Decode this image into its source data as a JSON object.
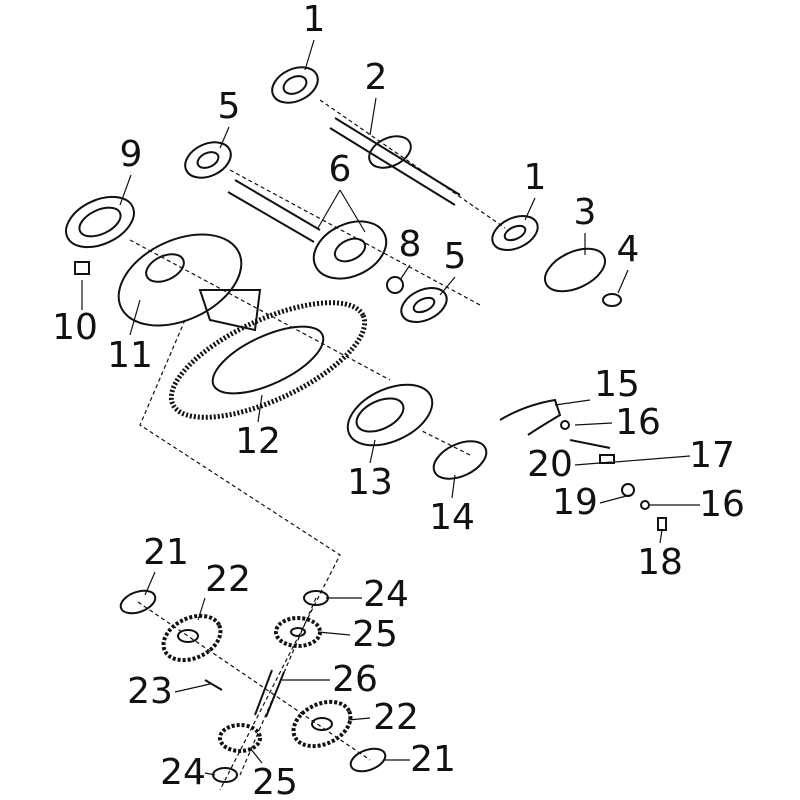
{
  "callouts": [
    "1",
    "2",
    "5",
    "9",
    "6",
    "1",
    "3",
    "8",
    "5",
    "4",
    "10",
    "11",
    "15",
    "16",
    "12",
    "20",
    "17",
    "13",
    "14",
    "19",
    "16",
    "18",
    "21",
    "22",
    "24",
    "25",
    "26",
    "23",
    "22",
    "24",
    "21",
    "25"
  ],
  "colors": {
    "line": "#111111",
    "background": "#ffffff"
  }
}
